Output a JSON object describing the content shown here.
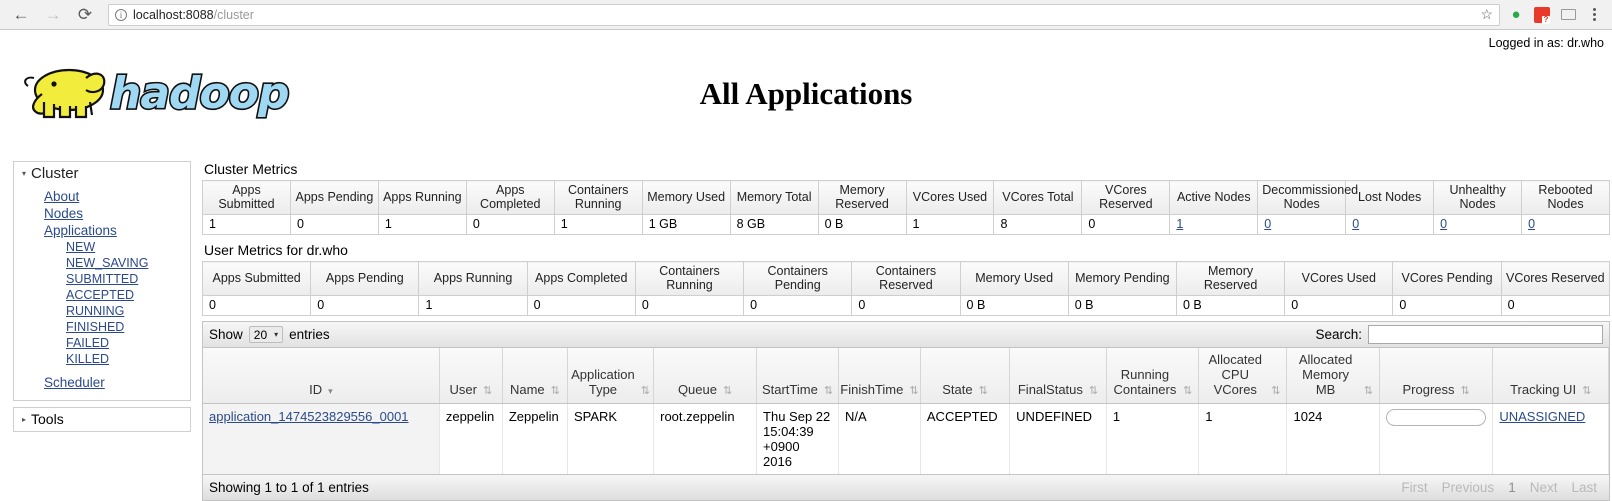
{
  "browser": {
    "back_icon": "back-arrow-icon",
    "forward_icon": "forward-arrow-icon",
    "reload_icon": "reload-icon",
    "url_host": "localhost:8088",
    "url_path": "/cluster",
    "star_glyph": "☆",
    "info_glyph": "i",
    "ext_green": "●",
    "menu_icon": "kebab-menu-icon"
  },
  "page": {
    "title": "All Applications",
    "logged_in": "Logged in as: dr.who",
    "logo_alt": "hadoop"
  },
  "sidebar": {
    "cluster": {
      "label": "Cluster",
      "caret": "▾",
      "items": [
        {
          "label": "About",
          "sub": false
        },
        {
          "label": "Nodes",
          "sub": false
        },
        {
          "label": "Applications",
          "sub": false
        },
        {
          "label": "NEW",
          "sub": true
        },
        {
          "label": "NEW_SAVING",
          "sub": true
        },
        {
          "label": "SUBMITTED",
          "sub": true
        },
        {
          "label": "ACCEPTED",
          "sub": true
        },
        {
          "label": "RUNNING",
          "sub": true
        },
        {
          "label": "FINISHED",
          "sub": true
        },
        {
          "label": "FAILED",
          "sub": true
        },
        {
          "label": "KILLED",
          "sub": true
        },
        {
          "label": "Scheduler",
          "sub": false,
          "spaced": true
        }
      ]
    },
    "tools": {
      "label": "Tools",
      "caret": "▸"
    }
  },
  "cluster_metrics": {
    "title": "Cluster Metrics",
    "headers": [
      "Apps Submitted",
      "Apps Pending",
      "Apps Running",
      "Apps Completed",
      "Containers Running",
      "Memory Used",
      "Memory Total",
      "Memory Reserved",
      "VCores Used",
      "VCores Total",
      "VCores Reserved",
      "Active Nodes",
      "Decommissioned Nodes",
      "Lost Nodes",
      "Unhealthy Nodes",
      "Rebooted Nodes"
    ],
    "values": [
      "1",
      "0",
      "1",
      "0",
      "1",
      "1 GB",
      "8 GB",
      "0 B",
      "1",
      "8",
      "0",
      "1",
      "0",
      "0",
      "0",
      "0"
    ],
    "link_flags": [
      false,
      false,
      false,
      false,
      false,
      false,
      false,
      false,
      false,
      false,
      false,
      true,
      true,
      true,
      true,
      true
    ]
  },
  "user_metrics": {
    "title": "User Metrics for dr.who",
    "headers": [
      "Apps Submitted",
      "Apps Pending",
      "Apps Running",
      "Apps Completed",
      "Containers Running",
      "Containers Pending",
      "Containers Reserved",
      "Memory Used",
      "Memory Pending",
      "Memory Reserved",
      "VCores Used",
      "VCores Pending",
      "VCores Reserved"
    ],
    "values": [
      "0",
      "0",
      "1",
      "0",
      "0",
      "0",
      "0",
      "0 B",
      "0 B",
      "0 B",
      "0",
      "0",
      "0"
    ]
  },
  "datatable": {
    "show_label": "Show",
    "length_value": "20",
    "length_arrow": "▾",
    "entries_label": "entries",
    "search_label": "Search:",
    "search_value": "",
    "columns": [
      {
        "label": "ID",
        "sort": "desc"
      },
      {
        "label": "User",
        "sort": "both"
      },
      {
        "label": "Name",
        "sort": "both"
      },
      {
        "label": "Application Type",
        "sort": "both"
      },
      {
        "label": "Queue",
        "sort": "both"
      },
      {
        "label": "StartTime",
        "sort": "both"
      },
      {
        "label": "FinishTime",
        "sort": "both"
      },
      {
        "label": "State",
        "sort": "both"
      },
      {
        "label": "FinalStatus",
        "sort": "both"
      },
      {
        "label": "Running Containers",
        "sort": "both"
      },
      {
        "label": "Allocated CPU VCores",
        "sort": "both"
      },
      {
        "label": "Allocated Memory MB",
        "sort": "both"
      },
      {
        "label": "Progress",
        "sort": "both"
      },
      {
        "label": "Tracking UI",
        "sort": "both"
      }
    ],
    "sort_both_glyph": "⇅",
    "sort_desc_glyph": "▾",
    "rows": [
      {
        "id": "application_1474523829556_0001",
        "user": "zeppelin",
        "name": "Zeppelin",
        "app_type": "SPARK",
        "queue": "root.zeppelin",
        "start_time": "Thu Sep 22 15:04:39 +0900 2016",
        "finish_time": "N/A",
        "state": "ACCEPTED",
        "final_status": "UNDEFINED",
        "running_containers": "1",
        "allocated_vcores": "1",
        "allocated_memory_mb": "1024",
        "progress": "0",
        "tracking_ui": "UNASSIGNED"
      }
    ],
    "info": "Showing 1 to 1 of 1 entries",
    "pager": [
      "First",
      "Previous",
      "1",
      "Next",
      "Last"
    ]
  }
}
